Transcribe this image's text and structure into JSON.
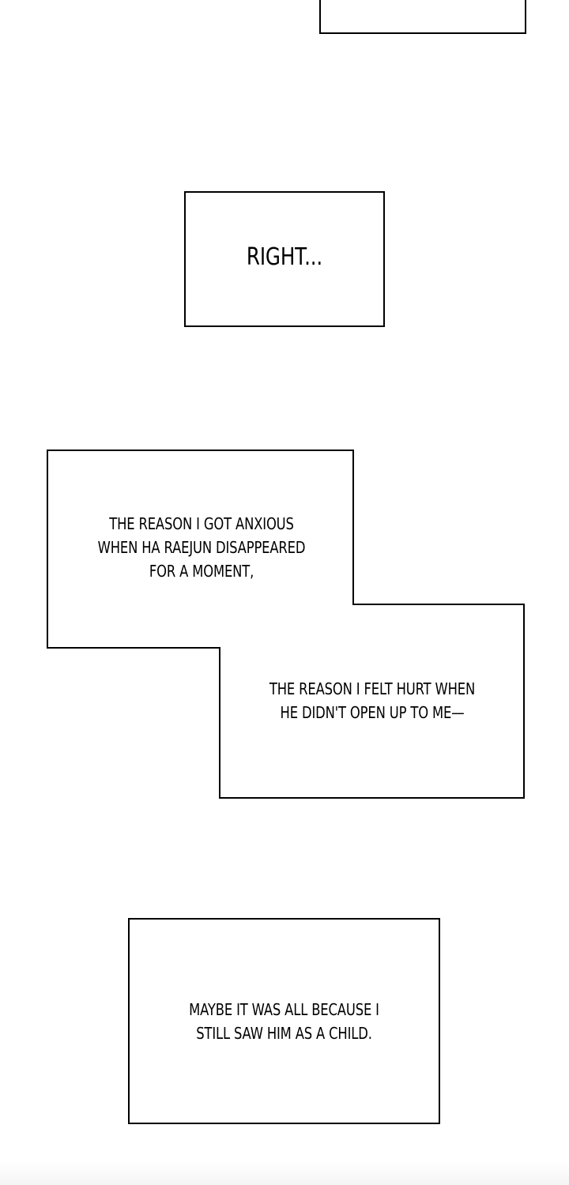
{
  "panels": {
    "right": "Right...",
    "reason_1": "The reason I got anxious\nwhen Ha Raejun disappeared\nfor a moment,",
    "reason_2": "The reason I felt hurt when\nhe didn't open up to me—",
    "maybe": "Maybe it was all because I\nstill saw him as a child."
  },
  "colors": {
    "background": "#ffffff",
    "border": "#000000",
    "text": "#000000"
  }
}
